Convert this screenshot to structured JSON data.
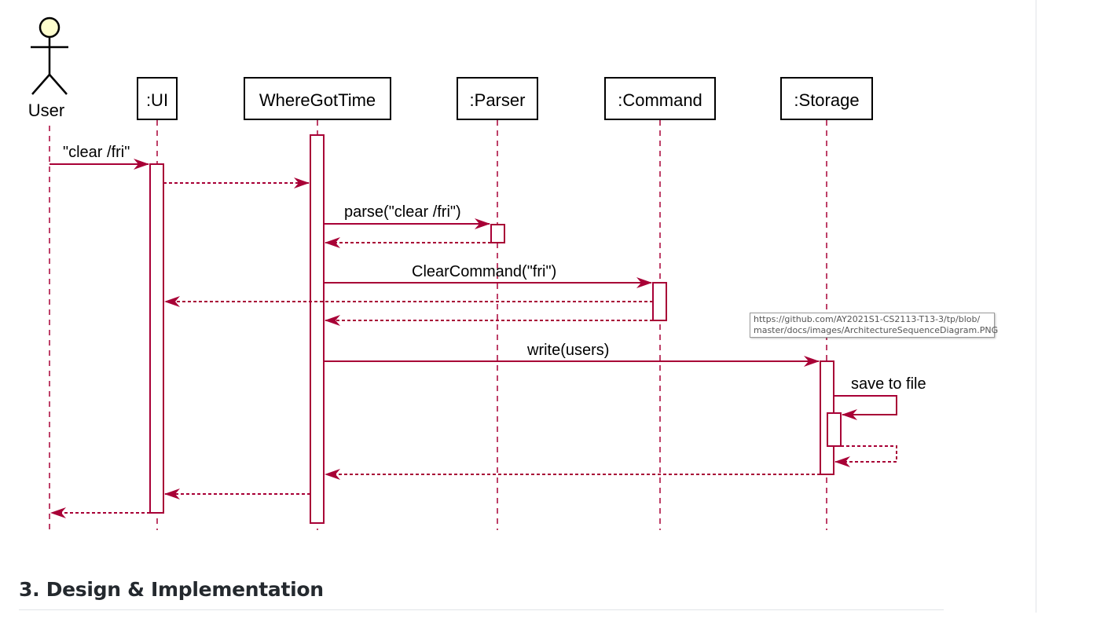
{
  "diagram": {
    "actor": "User",
    "participants": [
      ":UI",
      "WhereGotTime",
      ":Parser",
      ":Command",
      ":Storage"
    ],
    "messages": {
      "user_to_ui": "\"clear /fri\"",
      "parse": "parse(\"clear /fri\")",
      "clear_command": "ClearCommand(\"fri\")",
      "write": "write(users)",
      "save": "save to file"
    }
  },
  "tooltip": {
    "line1": "https://github.com/AY2021S1-CS2113-T13-3/tp/blob/",
    "line2": "master/docs/images/ArchitectureSequenceDiagram.PNG"
  },
  "section": {
    "heading": "3. Design & Implementation"
  },
  "colors": {
    "arrow": "#a80036",
    "actor_fill": "#fefece",
    "line": "#000000"
  }
}
